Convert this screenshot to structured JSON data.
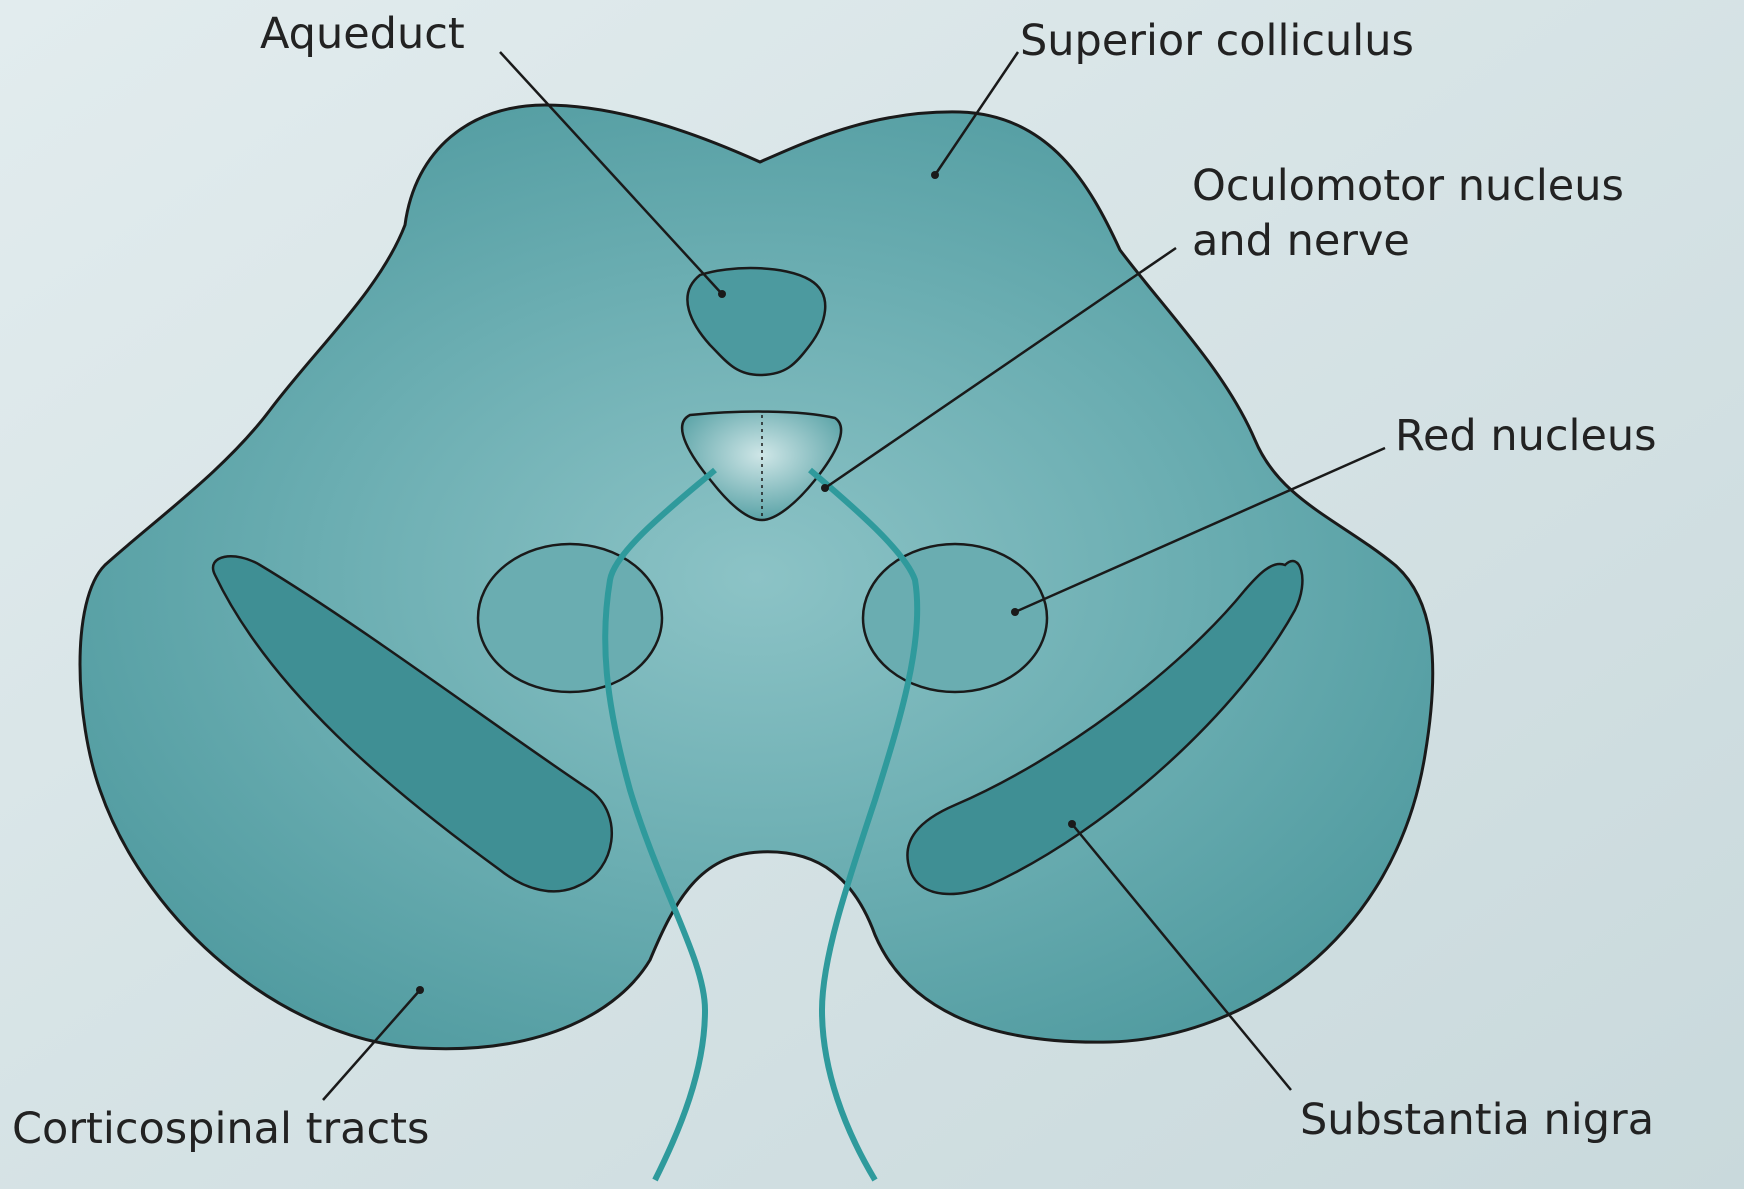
{
  "labels": {
    "aqueduct": "Aqueduct",
    "superior_colliculus": "Superior colliculus",
    "oculomotor_line1": "Oculomotor nucleus",
    "oculomotor_line2": "and nerve",
    "red_nucleus": "Red nucleus",
    "corticospinal_tracts": "Corticospinal tracts",
    "substantia_nigra": "Substantia nigra"
  },
  "colors": {
    "background": "#d6e4e7",
    "midbrain_fill": "#5fa6aa",
    "structure_fill": "#3f8f94",
    "nerve": "#2f9a9c",
    "outline": "#1a1a1a"
  }
}
